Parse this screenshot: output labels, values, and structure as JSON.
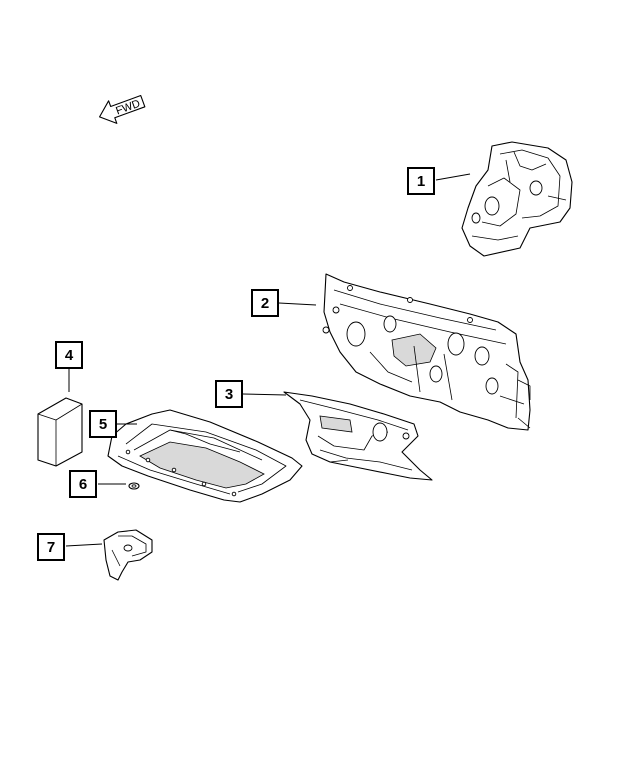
{
  "direction_arrow": {
    "label": "FWD"
  },
  "callouts": [
    {
      "id": "callout-1",
      "number": "1"
    },
    {
      "id": "callout-2",
      "number": "2"
    },
    {
      "id": "callout-3",
      "number": "3"
    },
    {
      "id": "callout-4",
      "number": "4"
    },
    {
      "id": "callout-5",
      "number": "5"
    },
    {
      "id": "callout-6",
      "number": "6"
    },
    {
      "id": "callout-7",
      "number": "7"
    }
  ],
  "colors": {
    "line": "#000000",
    "background": "#ffffff",
    "shade": "#d9d9d9"
  }
}
